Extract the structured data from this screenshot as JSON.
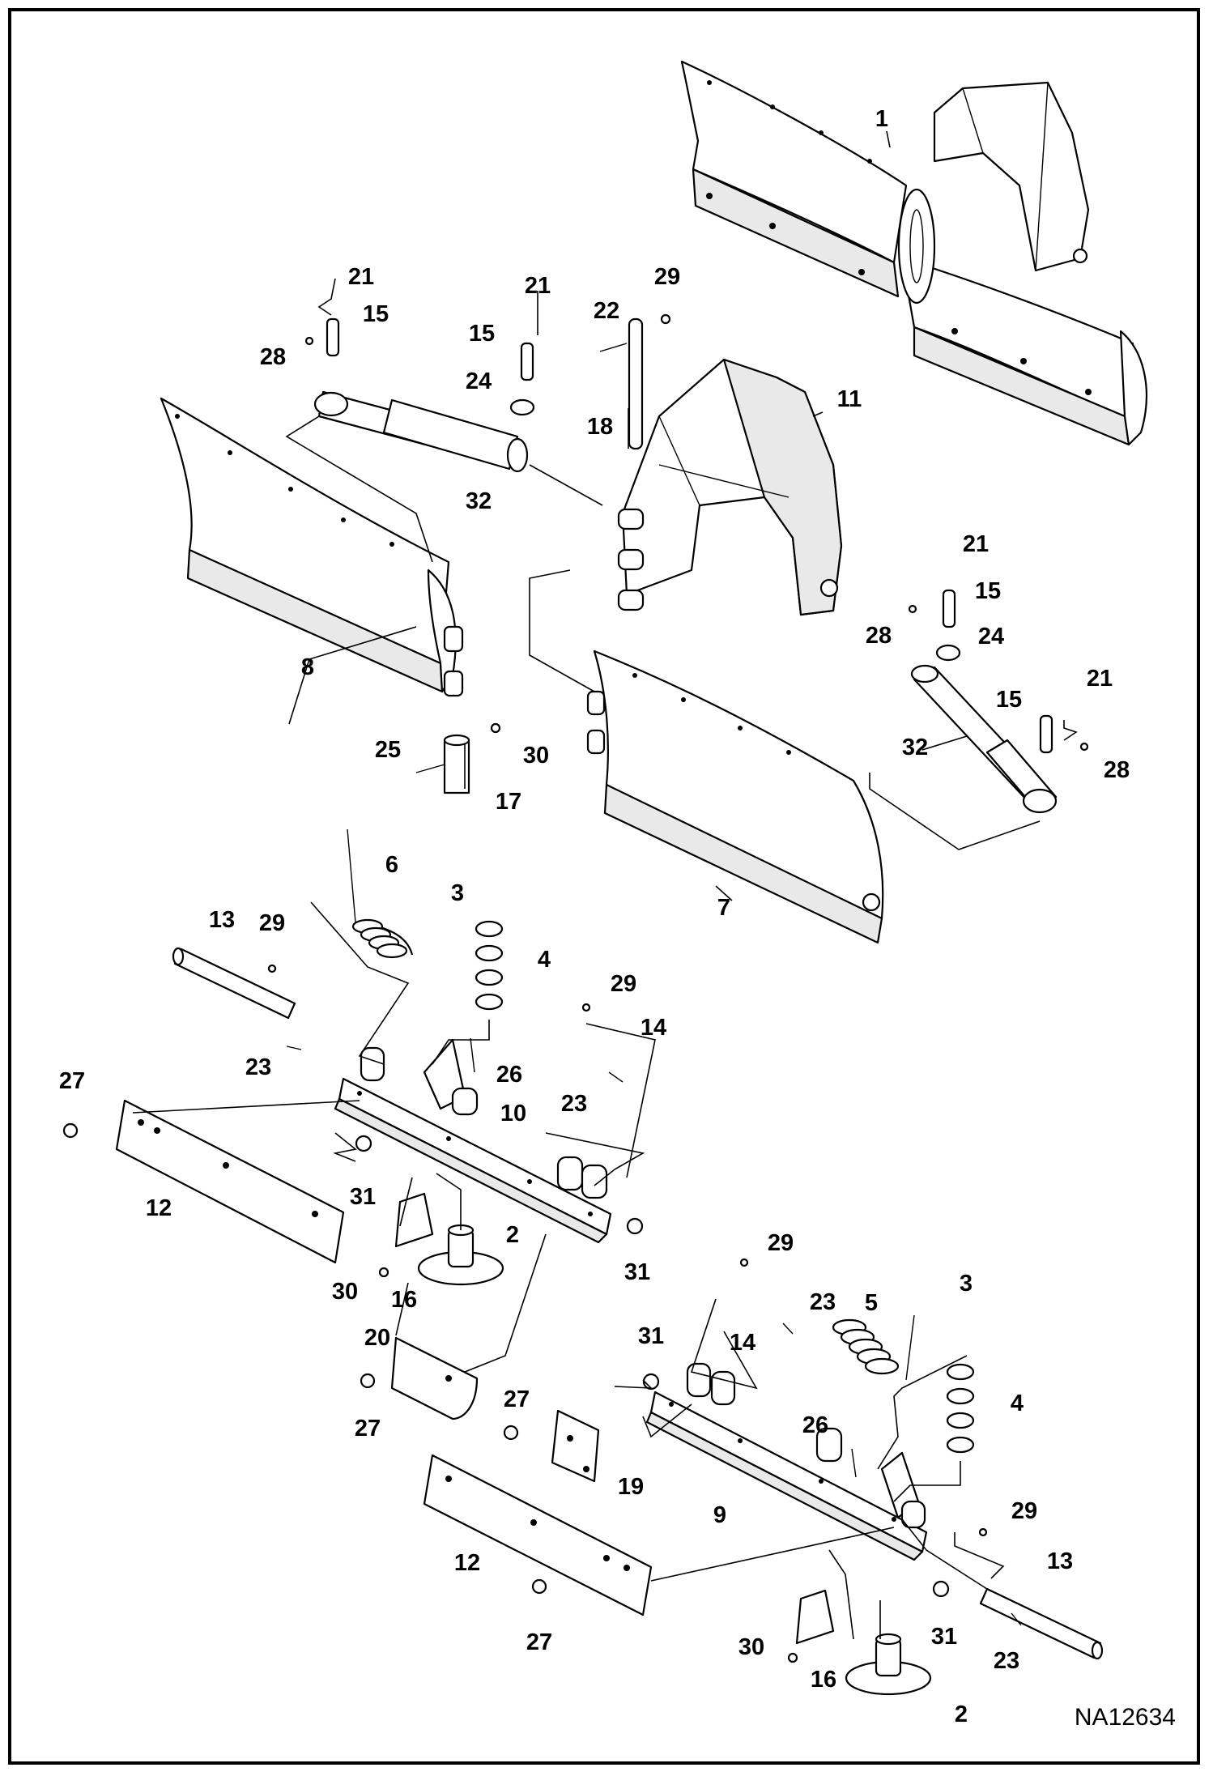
{
  "drawing": {
    "reference_number": "NA12634",
    "callouts": [
      {
        "id": "c1",
        "label": "1"
      },
      {
        "id": "c21a",
        "label": "21"
      },
      {
        "id": "c15a",
        "label": "15"
      },
      {
        "id": "c28a",
        "label": "28"
      },
      {
        "id": "c21b",
        "label": "21"
      },
      {
        "id": "c15b",
        "label": "15"
      },
      {
        "id": "c24a",
        "label": "24"
      },
      {
        "id": "c22",
        "label": "22"
      },
      {
        "id": "c29a",
        "label": "29"
      },
      {
        "id": "c18",
        "label": "18"
      },
      {
        "id": "c11",
        "label": "11"
      },
      {
        "id": "c32a",
        "label": "32"
      },
      {
        "id": "c8",
        "label": "8"
      },
      {
        "id": "c21c",
        "label": "21"
      },
      {
        "id": "c15c",
        "label": "15"
      },
      {
        "id": "c28b",
        "label": "28"
      },
      {
        "id": "c24b",
        "label": "24"
      },
      {
        "id": "c21d",
        "label": "21"
      },
      {
        "id": "c15d",
        "label": "15"
      },
      {
        "id": "c32b",
        "label": "32"
      },
      {
        "id": "c28c",
        "label": "28"
      },
      {
        "id": "c25",
        "label": "25"
      },
      {
        "id": "c30a",
        "label": "30"
      },
      {
        "id": "c17",
        "label": "17"
      },
      {
        "id": "c7",
        "label": "7"
      },
      {
        "id": "c6",
        "label": "6"
      },
      {
        "id": "c3a",
        "label": "3"
      },
      {
        "id": "c4a",
        "label": "4"
      },
      {
        "id": "c13a",
        "label": "13"
      },
      {
        "id": "c29b",
        "label": "29"
      },
      {
        "id": "c29c",
        "label": "29"
      },
      {
        "id": "c14a",
        "label": "14"
      },
      {
        "id": "c23a",
        "label": "23"
      },
      {
        "id": "c26a",
        "label": "26"
      },
      {
        "id": "c23b",
        "label": "23"
      },
      {
        "id": "c27a",
        "label": "27"
      },
      {
        "id": "c10",
        "label": "10"
      },
      {
        "id": "c31a",
        "label": "31"
      },
      {
        "id": "c12a",
        "label": "12"
      },
      {
        "id": "c2a",
        "label": "2"
      },
      {
        "id": "c31b",
        "label": "31"
      },
      {
        "id": "c30b",
        "label": "30"
      },
      {
        "id": "c16a",
        "label": "16"
      },
      {
        "id": "c29d",
        "label": "29"
      },
      {
        "id": "c23c",
        "label": "23"
      },
      {
        "id": "c14b",
        "label": "14"
      },
      {
        "id": "c5",
        "label": "5"
      },
      {
        "id": "c3b",
        "label": "3"
      },
      {
        "id": "c4b",
        "label": "4"
      },
      {
        "id": "c20",
        "label": "20"
      },
      {
        "id": "c27b",
        "label": "27"
      },
      {
        "id": "c31c",
        "label": "31"
      },
      {
        "id": "c27c",
        "label": "27"
      },
      {
        "id": "c26b",
        "label": "26"
      },
      {
        "id": "c19",
        "label": "19"
      },
      {
        "id": "c9",
        "label": "9"
      },
      {
        "id": "c29e",
        "label": "29"
      },
      {
        "id": "c13b",
        "label": "13"
      },
      {
        "id": "c12b",
        "label": "12"
      },
      {
        "id": "c27d",
        "label": "27"
      },
      {
        "id": "c31d",
        "label": "31"
      },
      {
        "id": "c23d",
        "label": "23"
      },
      {
        "id": "c30c",
        "label": "30"
      },
      {
        "id": "c16b",
        "label": "16"
      },
      {
        "id": "c2b",
        "label": "2"
      }
    ]
  }
}
